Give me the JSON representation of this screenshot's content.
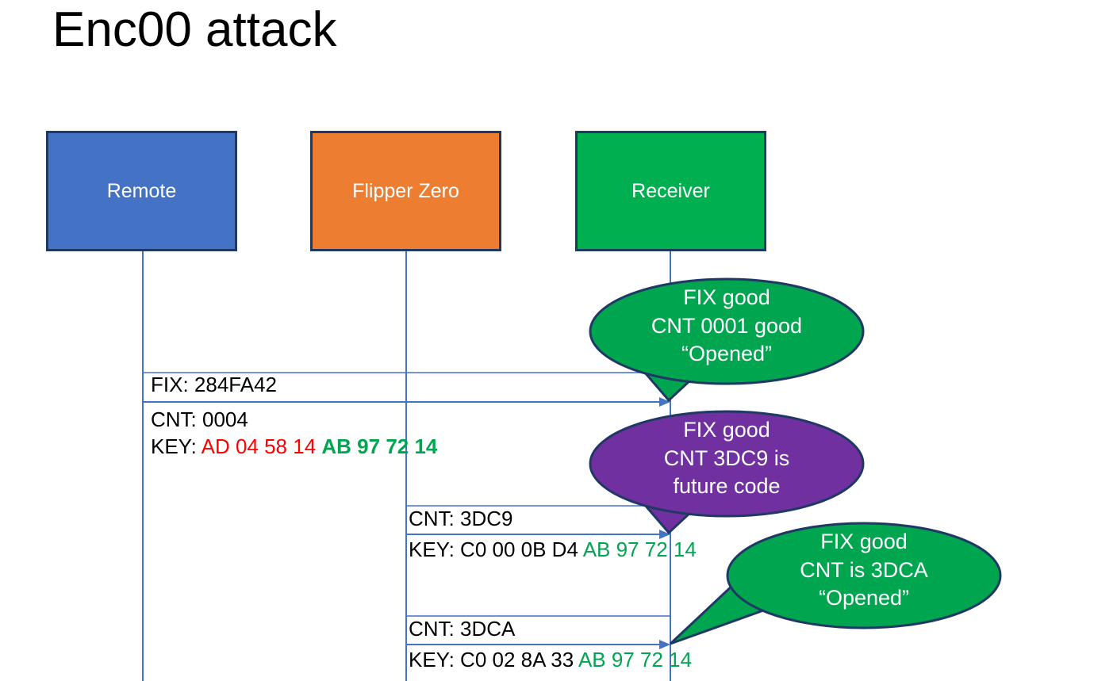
{
  "slide": {
    "title": "Enc00 attack",
    "background_color": "#FFFFFF"
  },
  "colors": {
    "remote_box": "#4472C4",
    "flipper_box": "#ED7D31",
    "receiver_box": "#00B050",
    "box_border": "#1F3864",
    "lifeline": "#4472C4",
    "arrow": "#4472C4",
    "callout_green": "#00A550",
    "callout_purple": "#7030A0",
    "callout_border": "#1F3864",
    "key_red": "#FF0000",
    "key_green": "#00A550",
    "text_black": "#000000",
    "text_white": "#FFFFFF"
  },
  "actors": [
    {
      "id": "remote",
      "label": "Remote",
      "fill": "#4472C4"
    },
    {
      "id": "flipper",
      "label": "Flipper Zero",
      "fill": "#ED7D31"
    },
    {
      "id": "receiver",
      "label": "Receiver",
      "fill": "#00B050"
    }
  ],
  "messages": [
    {
      "id": "msg-1",
      "from": "remote",
      "to": "receiver",
      "line1": "FIX: 284FA42",
      "line2": "CNT: 0004",
      "line3_label": "KEY: ",
      "line3_red": "AD 04 58 14",
      "line3_green": "AB 97 72 14"
    },
    {
      "id": "msg-2",
      "from": "flipper",
      "to": "receiver",
      "line1": "CNT: 3DC9",
      "line2_label": "KEY: C0 00 0B D4 ",
      "line2_green": "AB 97 72 14"
    },
    {
      "id": "msg-3",
      "from": "flipper",
      "to": "receiver",
      "line1": "CNT: 3DCA",
      "line2_label": "KEY: C0 02 8A 33 ",
      "line2_green": "AB 97 72 14"
    }
  ],
  "callouts": [
    {
      "id": "callout-1",
      "fill": "#00A550",
      "line1": "FIX good",
      "line2": "CNT 0001 good",
      "line3": "“Opened”"
    },
    {
      "id": "callout-2",
      "fill": "#7030A0",
      "line1": "FIX good",
      "line2": "CNT 3DC9 is",
      "line3": "future code"
    },
    {
      "id": "callout-3",
      "fill": "#00A550",
      "line1": "FIX good",
      "line2": "CNT is 3DCA",
      "line3": "“Opened”"
    }
  ]
}
